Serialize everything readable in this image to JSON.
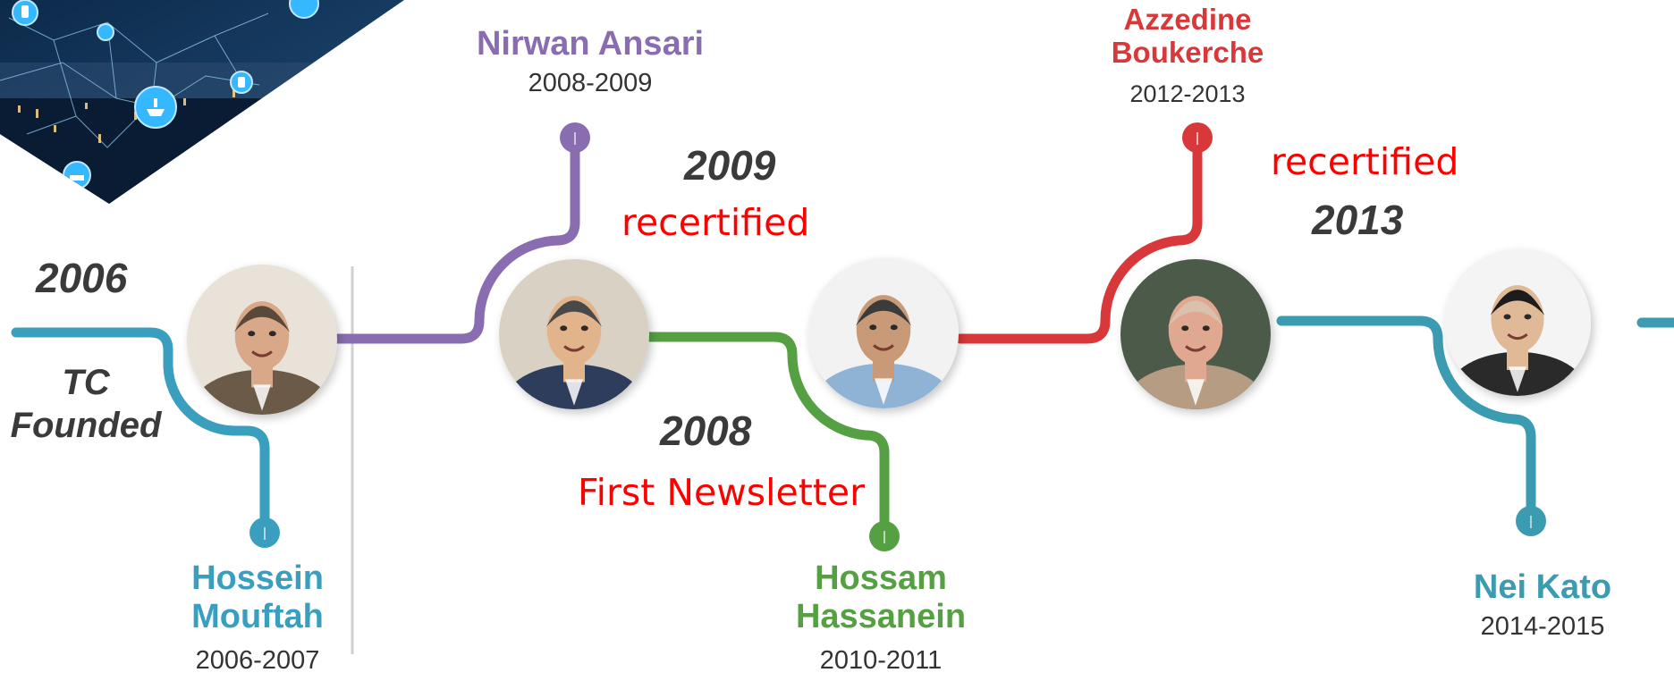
{
  "colors": {
    "teal": "#3a9fbf",
    "purple": "#8a6db1",
    "green": "#55a043",
    "red": "#d9383a",
    "slate": "#3b9bb0",
    "year_text": "#3a3a3a",
    "event_text": "#ff0000",
    "term_text": "#333333"
  },
  "chairs": [
    {
      "id": "mouftah",
      "name_lines": [
        "Hossein",
        "Mouftah"
      ],
      "term": "2006-2007",
      "color": "teal",
      "photo_icon": "person-portrait-icon"
    },
    {
      "id": "ansari",
      "name_lines": [
        "Nirwan Ansari"
      ],
      "term": "2008-2009",
      "color": "purple",
      "photo_icon": "person-portrait-icon"
    },
    {
      "id": "hassanein",
      "name_lines": [
        "Hossam",
        "Hassanein"
      ],
      "term": "2010-2011",
      "color": "green",
      "photo_icon": "person-portrait-icon"
    },
    {
      "id": "boukerche",
      "name_lines": [
        "Azzedine",
        "Boukerche"
      ],
      "term": "2012-2013",
      "color": "red",
      "photo_icon": "person-portrait-icon"
    },
    {
      "id": "kato",
      "name_lines": [
        "Nei Kato"
      ],
      "term": "2014-2015",
      "color": "slate",
      "photo_icon": "person-portrait-icon"
    }
  ],
  "milestones": {
    "founded": {
      "year": "2006",
      "line1": "TC",
      "line2": "Founded"
    },
    "newsletter": {
      "year": "2008",
      "label": "First Newsletter"
    },
    "recert_2009": {
      "year": "2009",
      "label": "recertified"
    },
    "recert_2013": {
      "year": "2013",
      "label": "recertified"
    }
  },
  "corner_image_icon": "smart-city-network-icon"
}
